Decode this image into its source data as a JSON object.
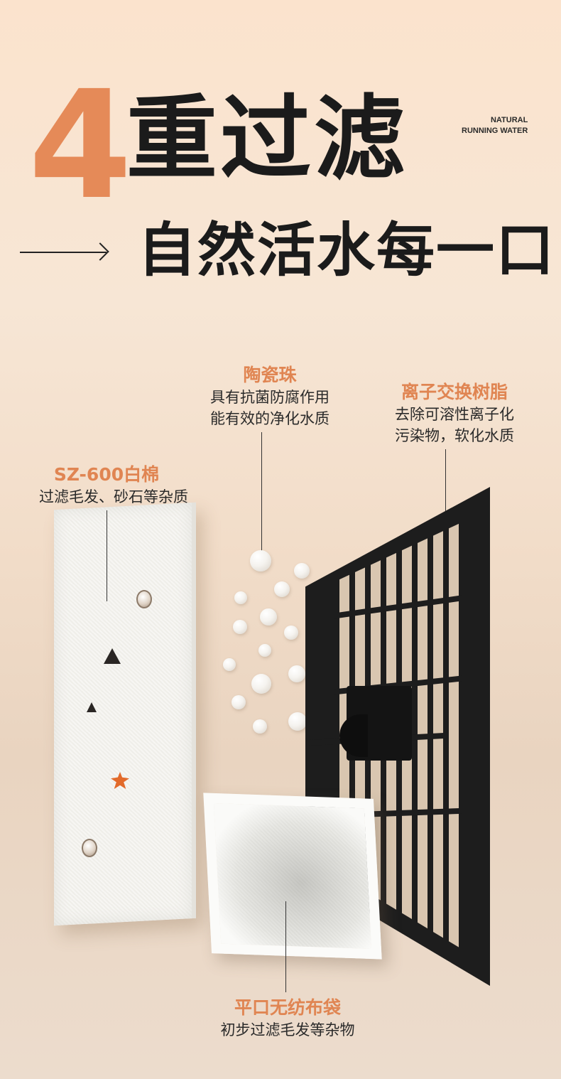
{
  "header": {
    "number": "4",
    "title": "重过滤",
    "english_line1": "NATURAL",
    "english_line2": "RUNNING WATER",
    "subtitle": "自然活水每一口"
  },
  "labels": {
    "ceramic": {
      "title": "陶瓷珠",
      "desc1": "具有抗菌防腐作用",
      "desc2": "能有效的净化水质"
    },
    "resin": {
      "title": "离子交换树脂",
      "desc1": "去除可溶性离子化",
      "desc2": "污染物，软化水质"
    },
    "cotton": {
      "title": "SZ-600白棉",
      "desc1": "过滤毛发、砂石等杂质"
    },
    "bag": {
      "title": "平口无纺布袋",
      "desc1": "初步过滤毛发等杂物"
    }
  },
  "colors": {
    "accent": "#e58a58",
    "text_dark": "#1b1b1b"
  }
}
